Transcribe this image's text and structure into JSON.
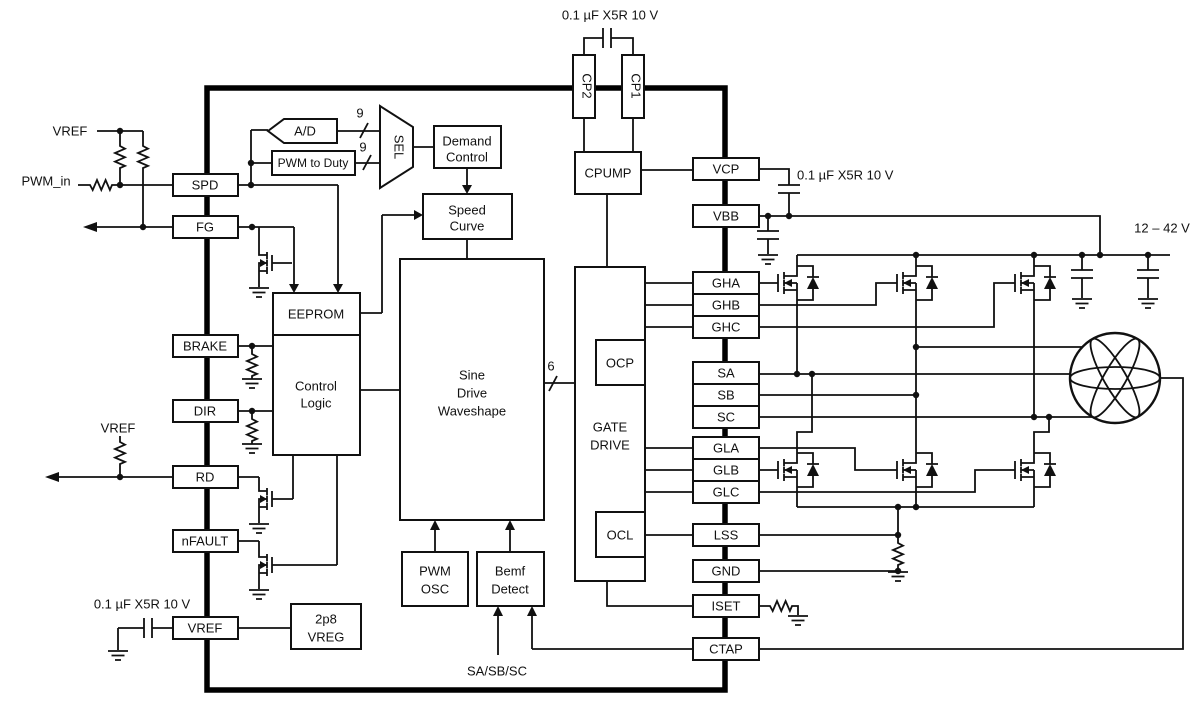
{
  "annotations": {
    "cap_top": "0.1 µF X5R 10 V",
    "cap_vcp": "0.1 µF X5R 10 V",
    "cap_vref": "0.1 µF X5R 10 V",
    "supply_range": "12 – 42 V",
    "vref_top": "VREF",
    "vref_mid": "VREF",
    "pwm_in": "PWM_in",
    "sa_sb_sc": "SA/SB/SC",
    "bus9_a": "9",
    "bus9_b": "9",
    "bus6": "6"
  },
  "pins": {
    "left": [
      "SPD",
      "FG",
      "BRAKE",
      "DIR",
      "RD",
      "nFAULT",
      "VREF"
    ],
    "right": [
      "VCP",
      "VBB",
      "GHA",
      "GHB",
      "GHC",
      "SA",
      "SB",
      "SC",
      "GLA",
      "GLB",
      "GLC",
      "LSS",
      "GND",
      "ISET",
      "CTAP"
    ],
    "top": [
      "CP2",
      "CP1"
    ]
  },
  "blocks": {
    "ad": "A/D",
    "pwm_to_duty": "PWM to Duty",
    "sel": "SEL",
    "demand_control": [
      "Demand",
      "Control"
    ],
    "speed_curve": [
      "Speed",
      "Curve"
    ],
    "eeprom": "EEPROM",
    "control_logic": [
      "Control",
      "Logic"
    ],
    "sine_drive": [
      "Sine",
      "Drive",
      "Waveshape"
    ],
    "pwm_osc": [
      "PWM",
      "OSC"
    ],
    "bemf_detect": [
      "Bemf",
      "Detect"
    ],
    "cpump": "CPUMP",
    "gate_drive": [
      "GATE",
      "DRIVE"
    ],
    "ocp": "OCP",
    "ocl": "OCL",
    "vreg": [
      "2p8",
      "VREG"
    ]
  },
  "colors": {
    "ink": "#111111",
    "background": "#ffffff"
  }
}
